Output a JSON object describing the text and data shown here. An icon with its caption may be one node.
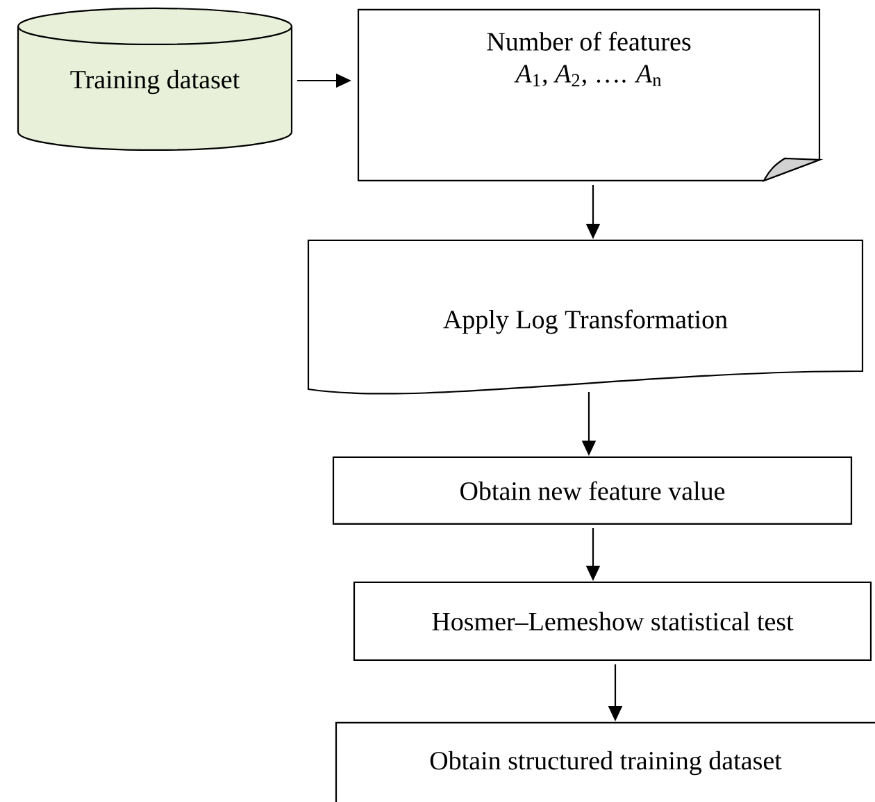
{
  "diagram": {
    "nodes": [
      {
        "text": [
          "Training dataset"
        ]
      },
      {
        "text": [
          "Number of features",
          "*A*$_{1}$, *A*$_{2}$, …. *A*$_{n}$"
        ]
      },
      {
        "text": [
          "Apply Log Transformation"
        ]
      },
      {
        "text": [
          "Obtain new feature value"
        ]
      },
      {
        "text": [
          "Hosmer–Lemeshow statistical test"
        ]
      },
      {
        "text": [
          "Obtain structured training dataset"
        ]
      }
    ],
    "edges": [
      {
        "from": 0,
        "to": 1,
        "arrow": "to"
      },
      {
        "from": 1,
        "to": 2,
        "arrow": "to"
      },
      {
        "from": 2,
        "to": 3,
        "arrow": "to"
      },
      {
        "from": 3,
        "to": 4,
        "arrow": "to"
      },
      {
        "from": 4,
        "to": 5,
        "arrow": "to"
      }
    ]
  }
}
